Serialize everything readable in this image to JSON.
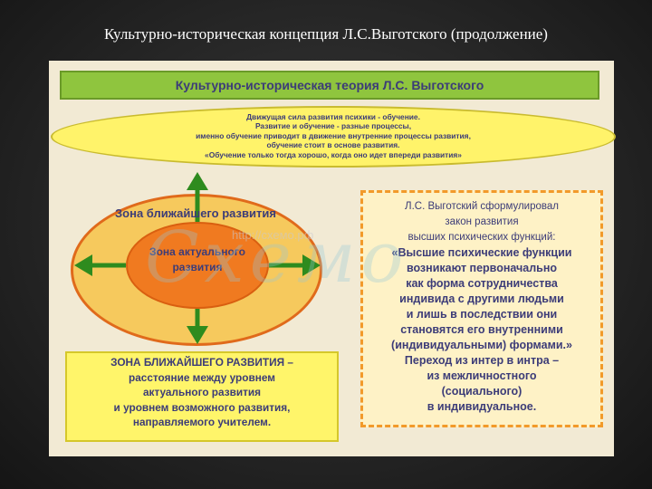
{
  "slide": {
    "title": "Культурно-историческая концепция Л.С.Выготского (продолжение)"
  },
  "banner": {
    "title": "Культурно-историческая теория Л.С. Выготского"
  },
  "ellipse": {
    "lines": [
      "Движущая сила развития психики - обучение.",
      "Развитие и обучение - разные процессы,",
      "именно обучение приводит в движение внутренние процессы развития,",
      "обучение стоит в основе развития.",
      "«Обучение только тогда хорошо, когда оно идет впереди развития»"
    ]
  },
  "zones": {
    "outer_label": "Зона ближайшего развития",
    "inner_label_1": "Зона актуального",
    "inner_label_2": "развития"
  },
  "law_box": {
    "lines": [
      "Л.С. Выготский сформулировал",
      "закон развития",
      "высших психических функций:",
      "«Высшие психические функции",
      "возникают первоначально",
      "как форма сотрудничества",
      "индивида с другими людьми",
      "и лишь в последствии они",
      "становятся его внутренними",
      "(индивидуальными) формами.»",
      "Переход из интер в интра –",
      "из межличностного",
      "(социального)",
      "в индивидуальное."
    ]
  },
  "definition_box": {
    "lines": [
      "ЗОНА БЛИЖАЙШЕГО РАЗВИТИЯ –",
      "расстояние между уровнем",
      "актуального развития",
      "и уровнем возможного развития,",
      "направляемого учителем."
    ]
  },
  "watermark": {
    "text": "Схемо",
    "url": "http://схемо.рф"
  },
  "colors": {
    "banner": "#8fc53e",
    "ellipse": "#fff36a",
    "outer_zone": "#f6c95d",
    "inner_zone": "#f07a20",
    "arrows": "#2e8b1e",
    "text": "#3c3c78"
  }
}
